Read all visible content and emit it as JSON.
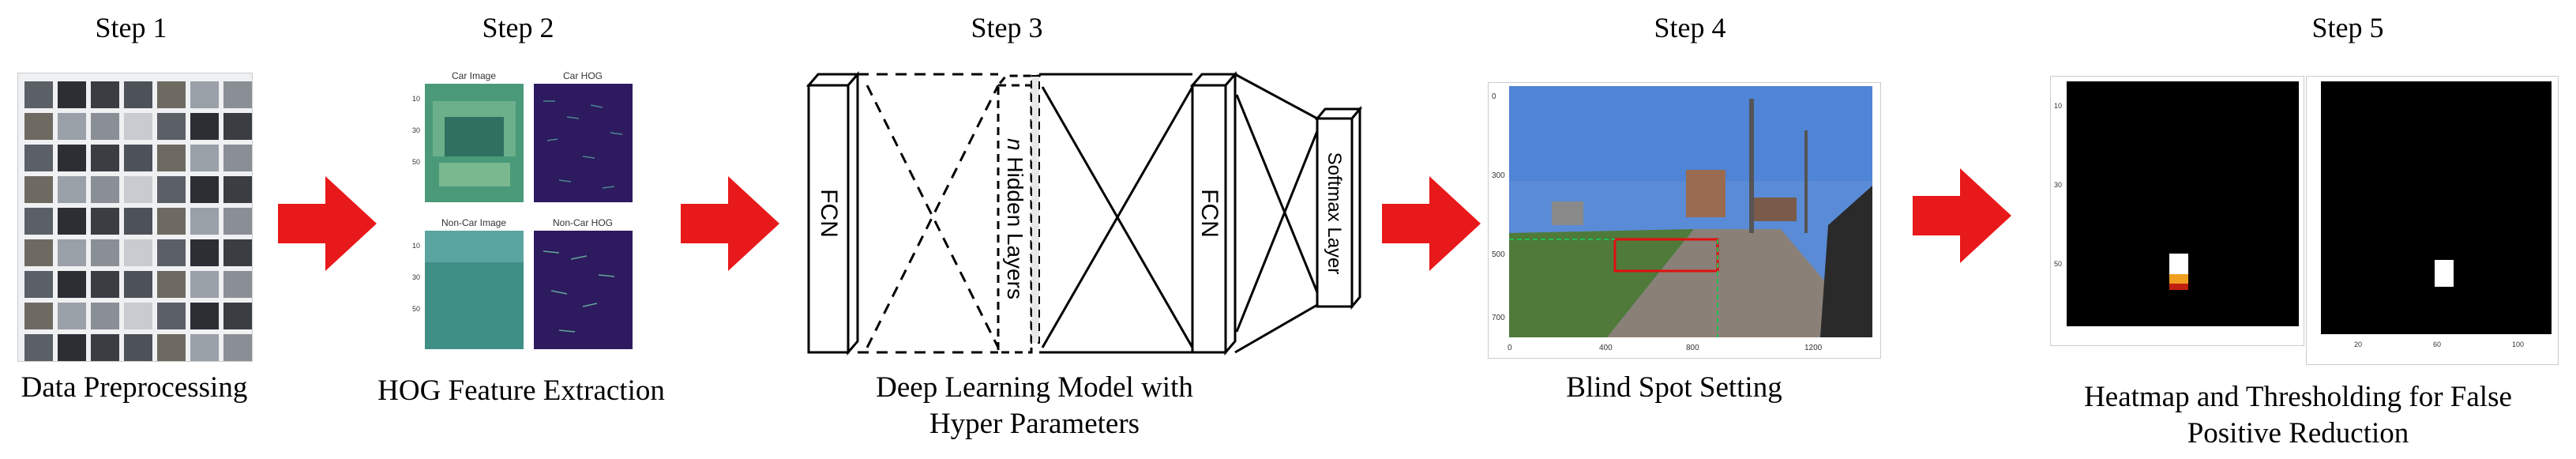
{
  "steps": [
    {
      "title": "Step 1",
      "caption": "Data Preprocessing"
    },
    {
      "title": "Step 2",
      "caption": "HOG Feature Extraction"
    },
    {
      "title": "Step 3",
      "caption_line1": "Deep Learning Model with",
      "caption_line2": "Hyper Parameters"
    },
    {
      "title": "Step 4",
      "caption": "Blind Spot Setting"
    },
    {
      "title": "Step 5",
      "caption_line1": "Heatmap and Thresholding for False",
      "caption_line2": "Positive Reduction"
    }
  ],
  "hog_panels": {
    "car_image": "Car Image",
    "car_hog": "Car HOG",
    "noncar_image": "Non-Car Image",
    "noncar_hog": "Non-Car HOG"
  },
  "network": {
    "fcn_left": "FCN",
    "hidden": "n Hidden Layers",
    "hidden_n": "n",
    "hidden_rest": " Hidden Layers",
    "fcn_right": "FCN",
    "softmax": "Softmax Layer"
  },
  "colors": {
    "arrow": "#e8191a",
    "heatmap_bg": "#000000",
    "hog_bg": "#2e1a5e",
    "car_bg": "#4a9a7a"
  }
}
